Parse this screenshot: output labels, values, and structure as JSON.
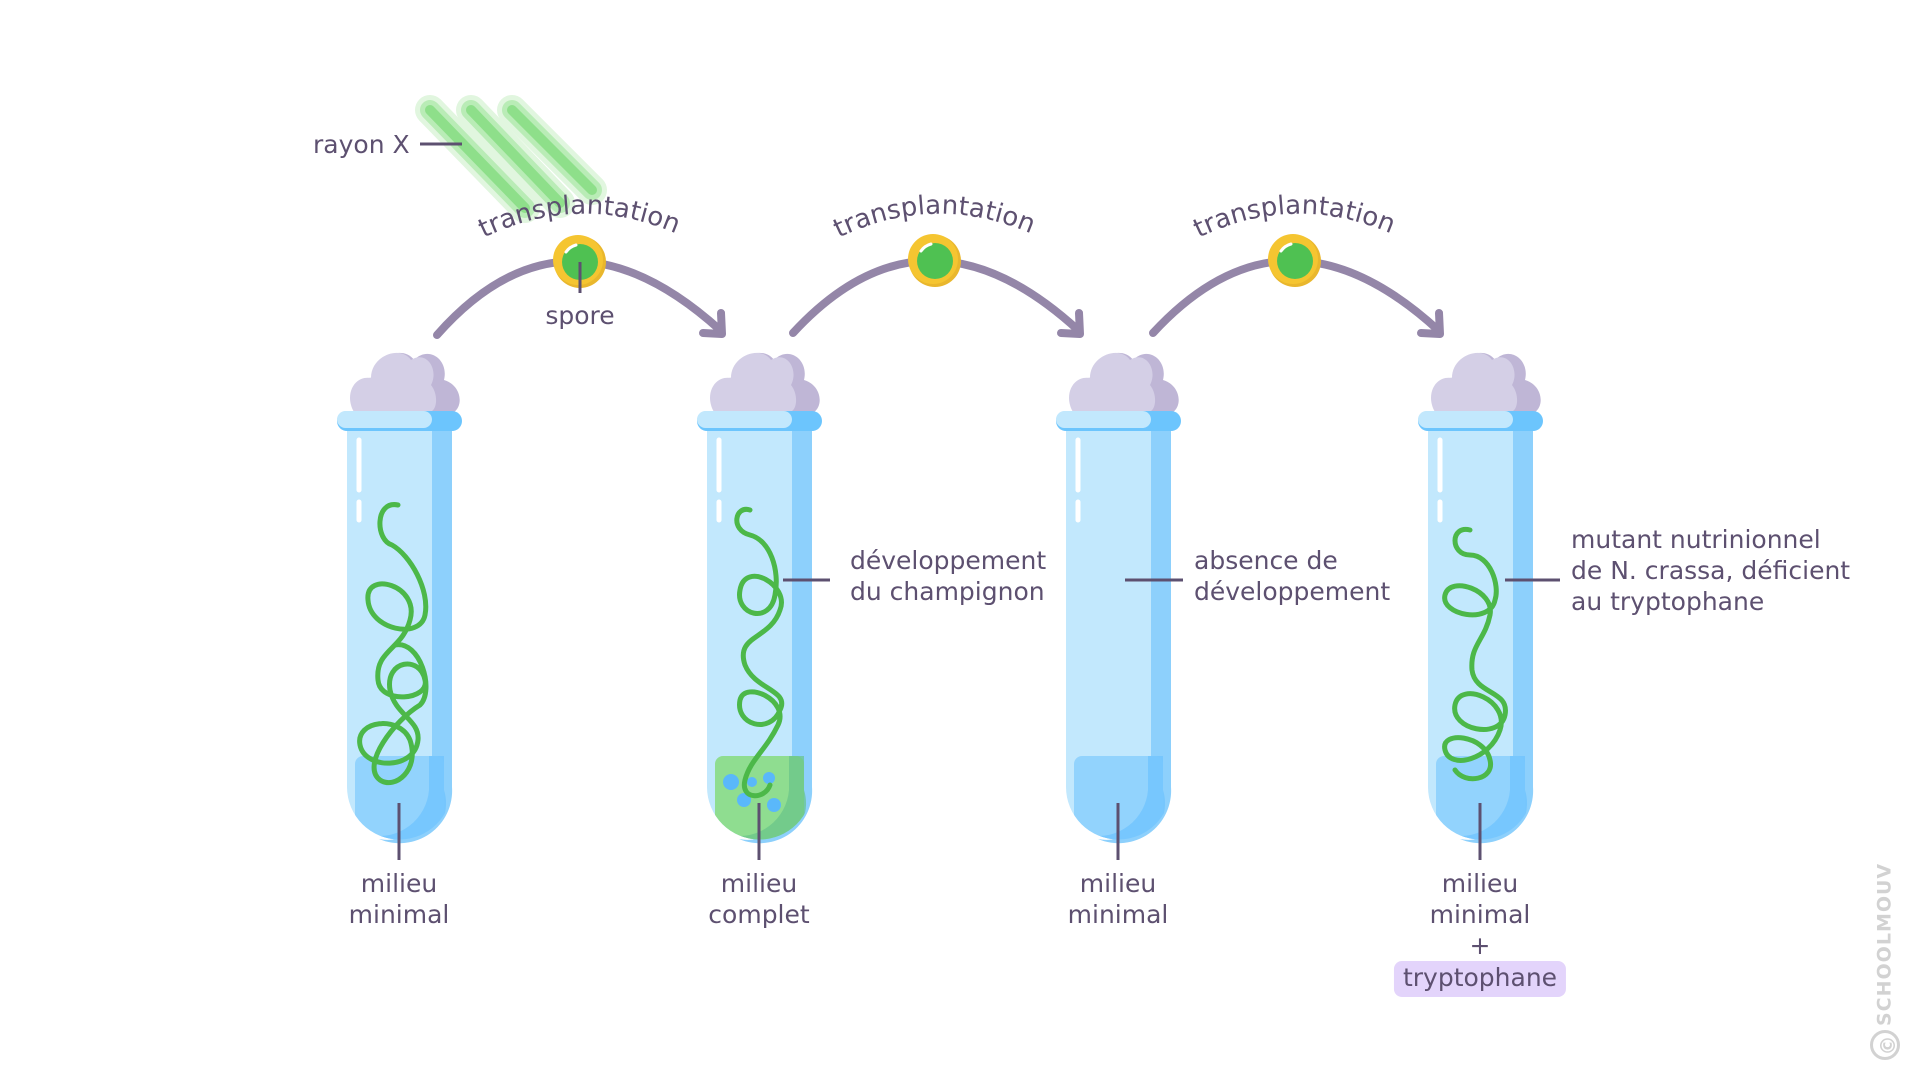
{
  "diagram": {
    "xray_label": "rayon X",
    "spore_label": "spore",
    "transplantations": [
      {
        "label": "transplantation"
      },
      {
        "label": "transplantation"
      },
      {
        "label": "transplantation"
      }
    ],
    "tubes": [
      {
        "medium_line1": "milieu",
        "medium_line2": "minimal",
        "growth": "development",
        "medium_type": "minimal",
        "side_label": []
      },
      {
        "medium_line1": "milieu",
        "medium_line2": "complet",
        "growth": "development",
        "medium_type": "complete",
        "side_label": [
          "développement",
          "du champignon"
        ]
      },
      {
        "medium_line1": "milieu",
        "medium_line2": "minimal",
        "growth": "none",
        "medium_type": "minimal",
        "side_label": [
          "absence de",
          "développement"
        ]
      },
      {
        "medium_line1": "milieu",
        "medium_line2": "minimal",
        "plus": "+",
        "supplement": "tryptophane",
        "growth": "development",
        "medium_type": "minimal",
        "side_label": [
          "mutant nutrinionnel",
          "de N. crassa, déficient",
          "au tryptophane"
        ]
      }
    ],
    "watermark": {
      "symbol": "©",
      "text": "SCHOOLMOUV"
    }
  },
  "colors": {
    "text": "#5d5070",
    "arrow": "#9486a8",
    "filament": "#4cb849",
    "xray": "#8edf8a",
    "spore_ring": "#f5c531",
    "spore_core": "#4fc152",
    "tube_glass": "#c2e8fd",
    "tube_shade": "#8dd0fc",
    "medium_minimal": "#92d3fd",
    "medium_complete": "#8fdd90",
    "cotton": "#d4cfe6",
    "cotton_shade": "#bfb6d6",
    "badge": "#e3d4fb",
    "watermark": "#d2d2d2"
  }
}
